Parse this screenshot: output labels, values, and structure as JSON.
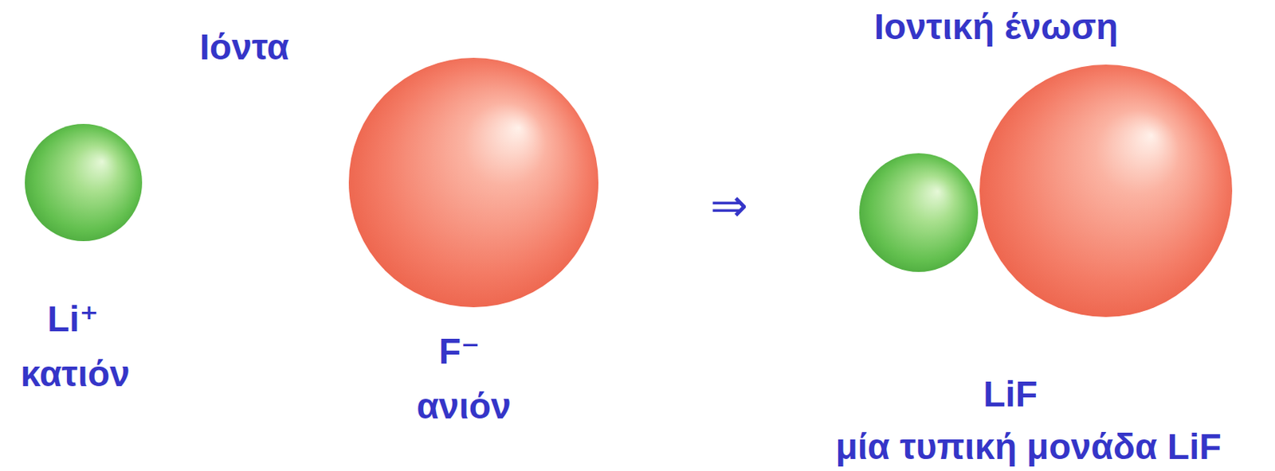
{
  "diagram": {
    "nodes": [
      {
        "text": [
          "Li⁺",
          "κατιόν"
        ]
      },
      {
        "text": [
          "F⁻",
          "ανιόν"
        ]
      },
      {
        "text": [
          "LiF",
          "μία τυπική μονάδα LiF"
        ]
      }
    ],
    "labels": [
      "Ιόντα",
      "⇒",
      "Ιοντική ένωση"
    ]
  }
}
